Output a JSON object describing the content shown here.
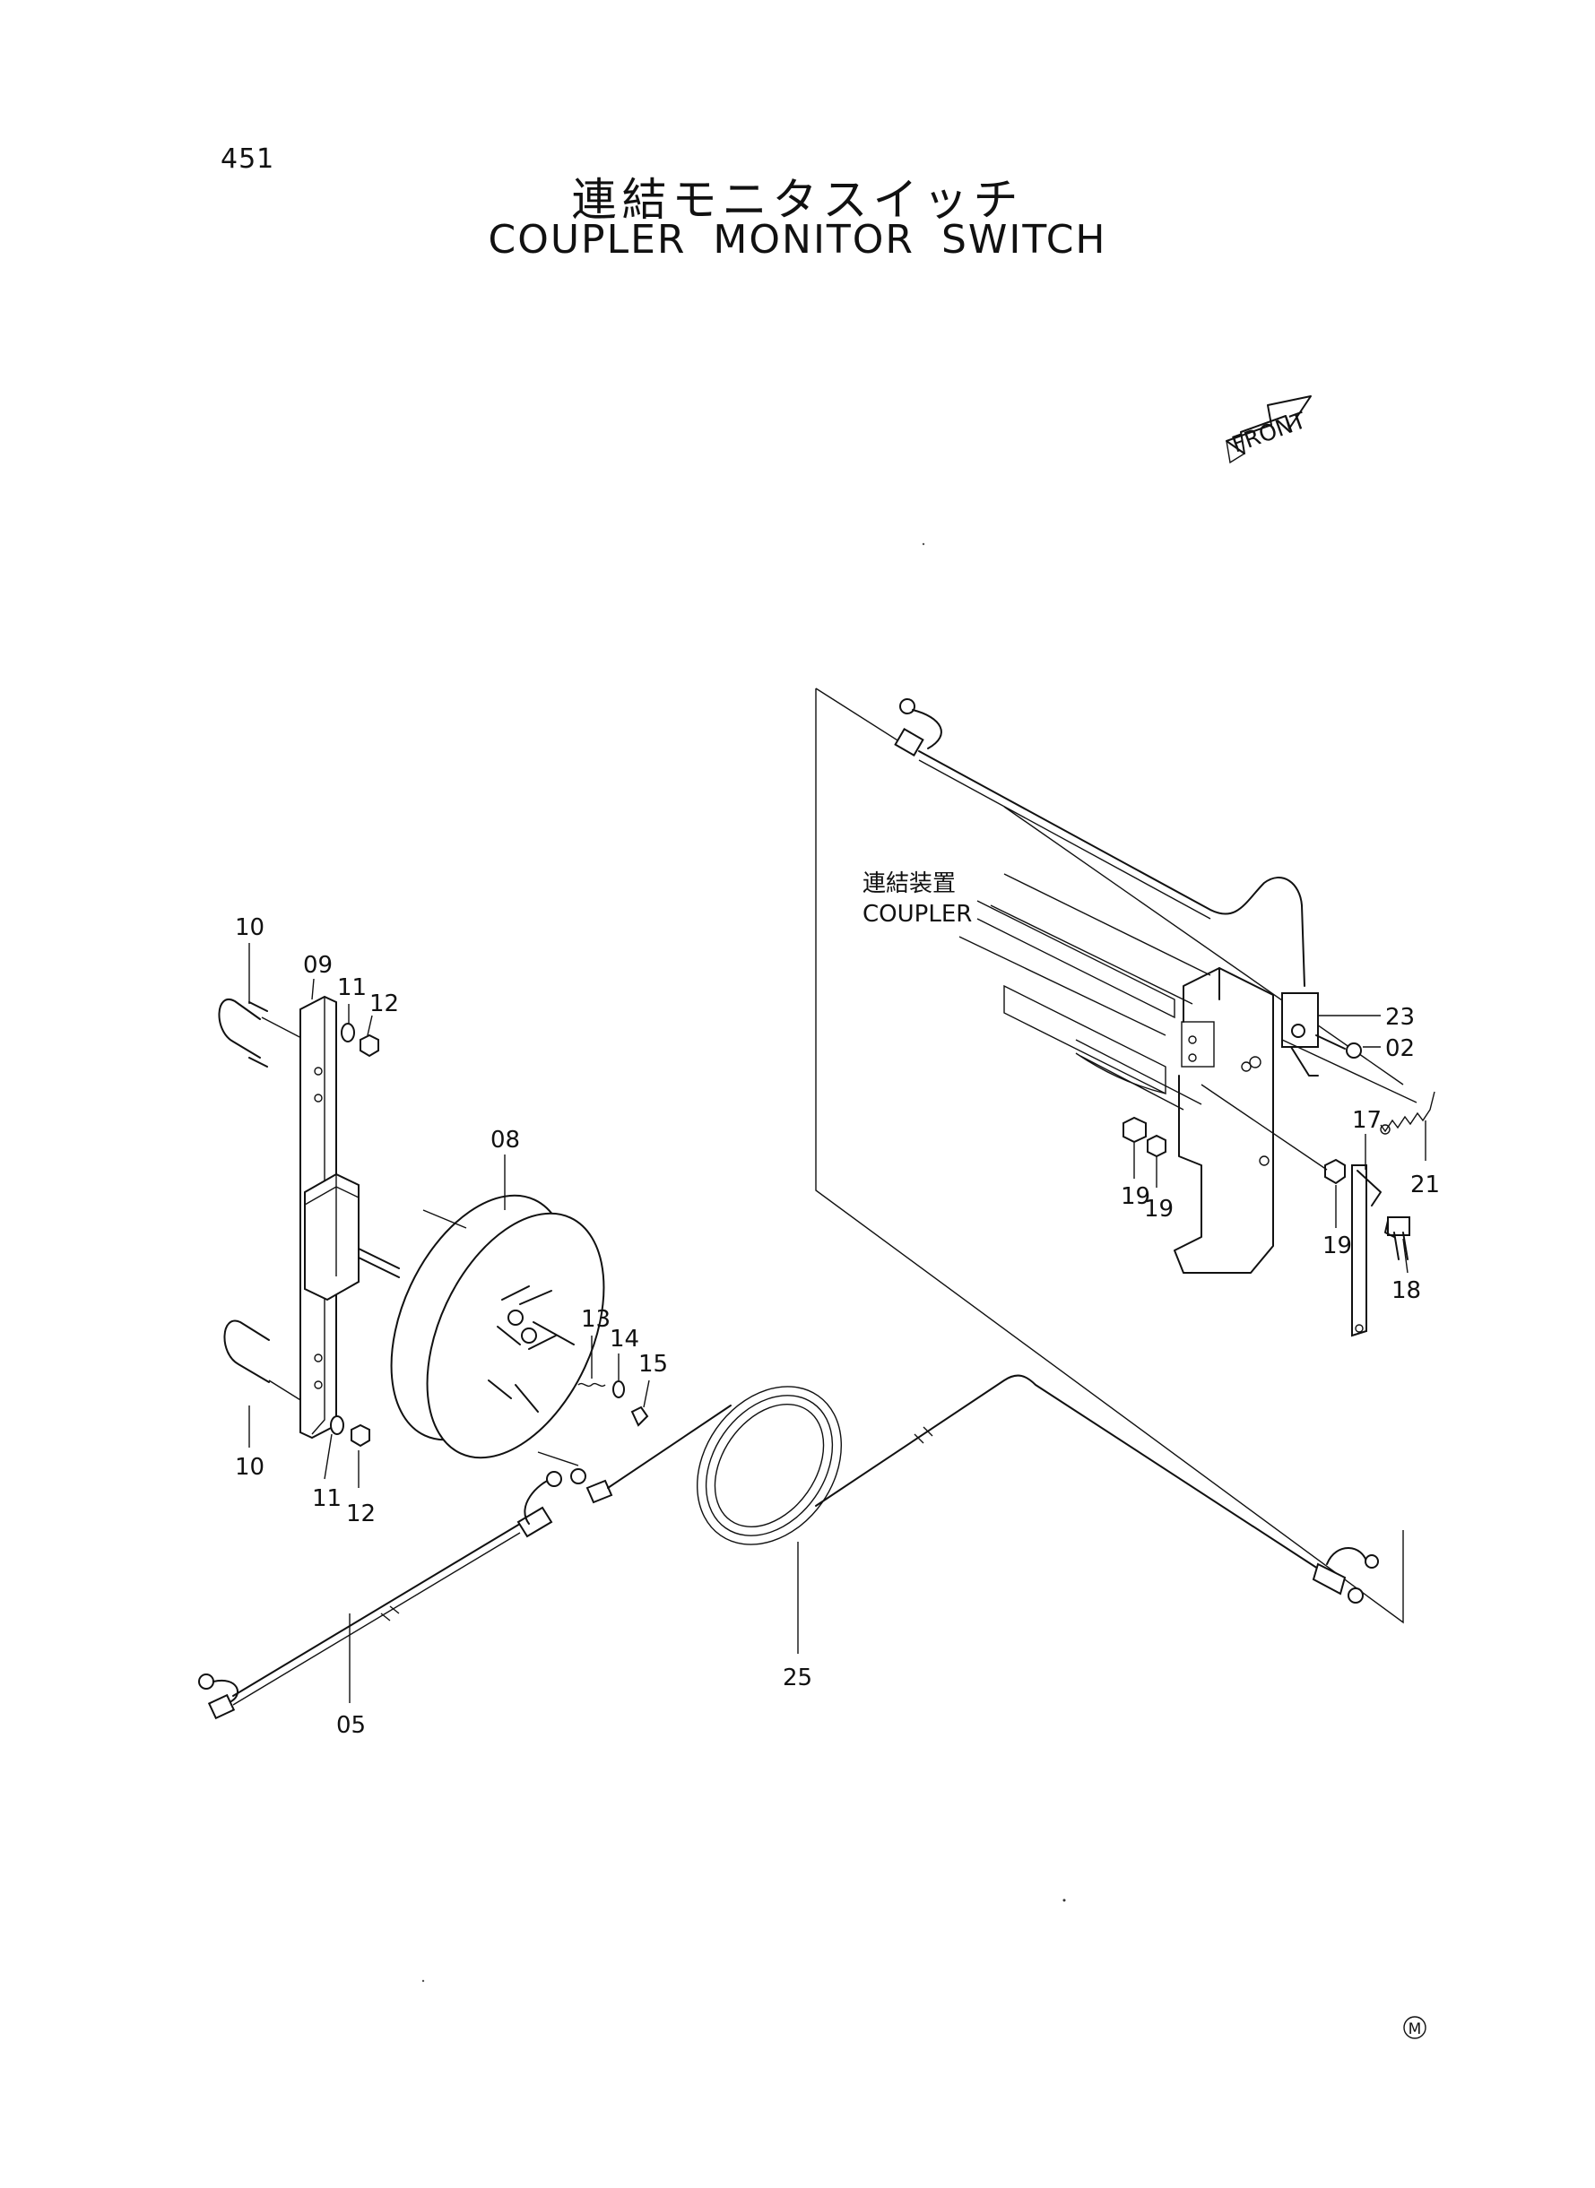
{
  "page_number": "451",
  "title_jp": "連結モニタスイッチ",
  "title_en": "COUPLER MONITOR SWITCH",
  "front_label": "FRONT",
  "coupler_label_jp": "連結装置",
  "coupler_label_en": "COUPLER",
  "marking": "M",
  "part_callouts": [
    {
      "id": "10",
      "label": "10"
    },
    {
      "id": "09",
      "label": "09"
    },
    {
      "id": "11",
      "label": "11"
    },
    {
      "id": "12",
      "label": "12"
    },
    {
      "id": "08",
      "label": "08"
    },
    {
      "id": "13",
      "label": "13"
    },
    {
      "id": "14",
      "label": "14"
    },
    {
      "id": "15",
      "label": "15"
    },
    {
      "id": "10b",
      "label": "10"
    },
    {
      "id": "11b",
      "label": "11"
    },
    {
      "id": "12b",
      "label": "12"
    },
    {
      "id": "05",
      "label": "05"
    },
    {
      "id": "25",
      "label": "25"
    },
    {
      "id": "23",
      "label": "23"
    },
    {
      "id": "02",
      "label": "02"
    },
    {
      "id": "17",
      "label": "17"
    },
    {
      "id": "21",
      "label": "21"
    },
    {
      "id": "19a",
      "label": "19"
    },
    {
      "id": "19b",
      "label": "19"
    },
    {
      "id": "19c",
      "label": "19"
    },
    {
      "id": "18",
      "label": "18"
    }
  ]
}
